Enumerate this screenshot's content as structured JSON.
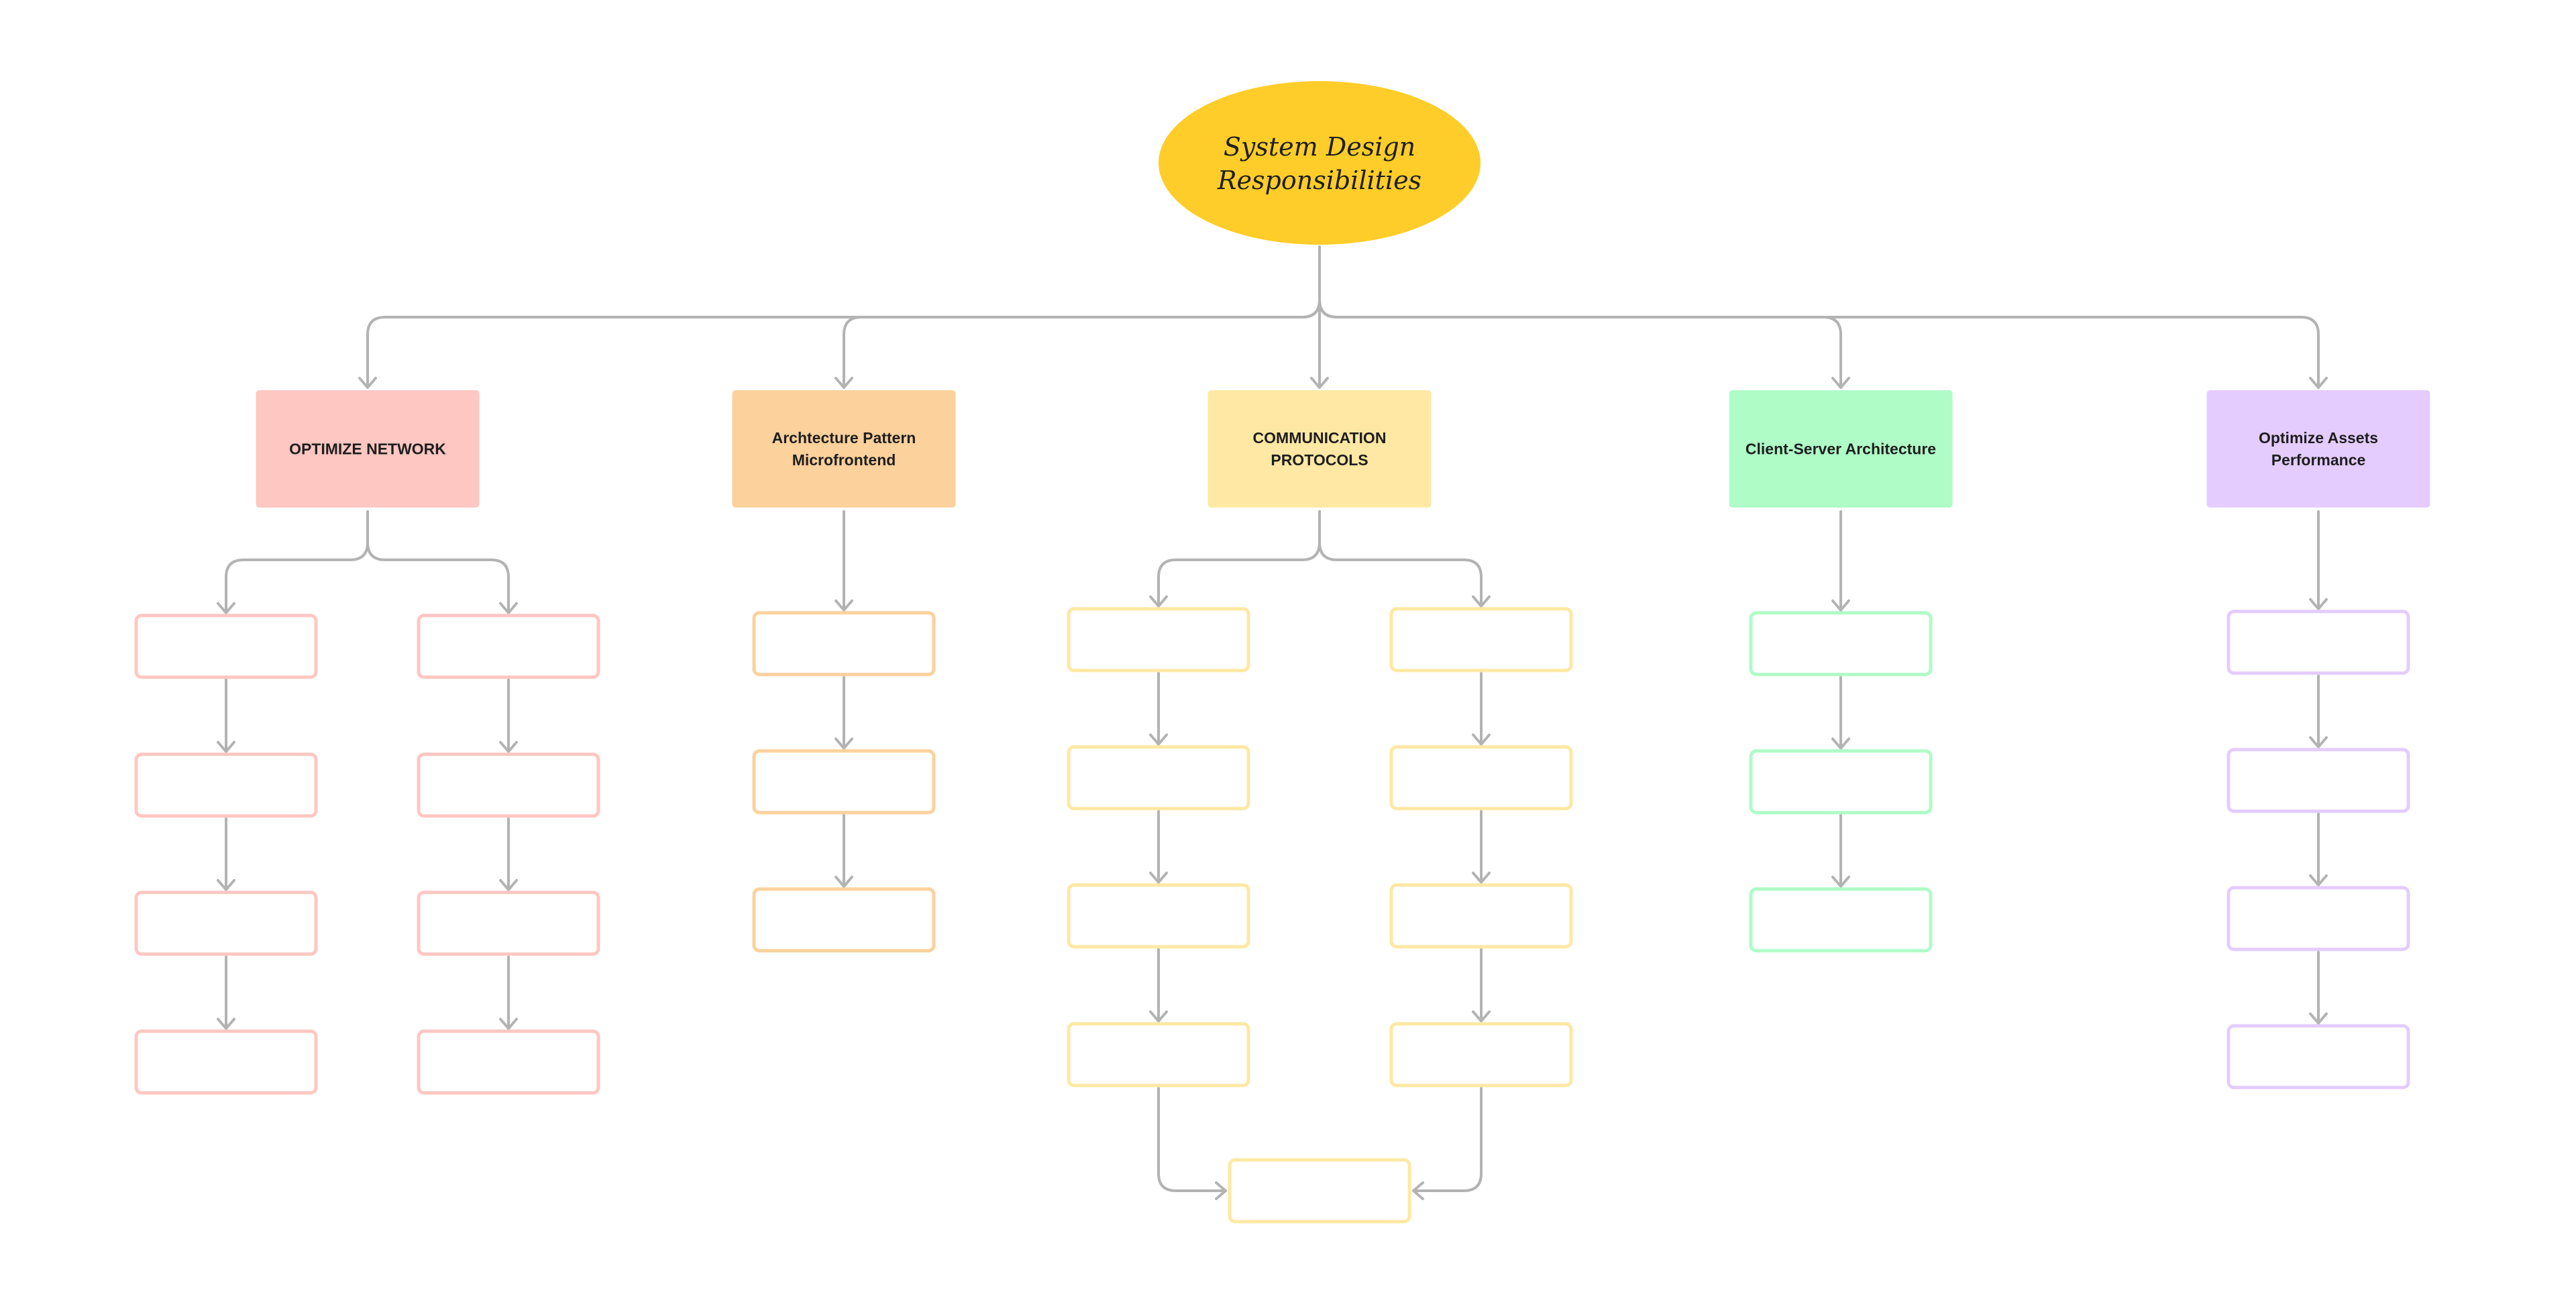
{
  "root": {
    "title_line1": "System Design",
    "title_line2": "Responsibilities"
  },
  "colors": {
    "root": "#ffcd29",
    "connector": "#b3b3b3",
    "text": "#1e1e1e"
  },
  "categories": [
    {
      "id": "network",
      "lines": [
        "OPTIMIZE  NETWORK"
      ],
      "fill": "#ffc7c2",
      "child_stroke": "#ffc7c2",
      "columns": [
        4,
        4
      ]
    },
    {
      "id": "architecture",
      "lines": [
        "Archtecture Pattern",
        "Microfrontend"
      ],
      "fill": "#fcd19c",
      "child_stroke": "#fcd19c",
      "columns": [
        3
      ]
    },
    {
      "id": "communication",
      "lines": [
        "COMMUNICATION",
        "PROTOCOLS"
      ],
      "fill": "#ffe8a3",
      "child_stroke": "#ffe8a3",
      "columns": [
        4,
        4
      ],
      "merge_box": true
    },
    {
      "id": "client-server",
      "lines": [
        "Client-Server Architecture"
      ],
      "fill": "#affcc7",
      "child_stroke": "#affcc7",
      "columns": [
        3
      ]
    },
    {
      "id": "assets",
      "lines": [
        "Optimize Assets",
        "Performance"
      ],
      "fill": "#e4ccff",
      "child_stroke": "#e4ccff",
      "columns": [
        4
      ]
    }
  ]
}
